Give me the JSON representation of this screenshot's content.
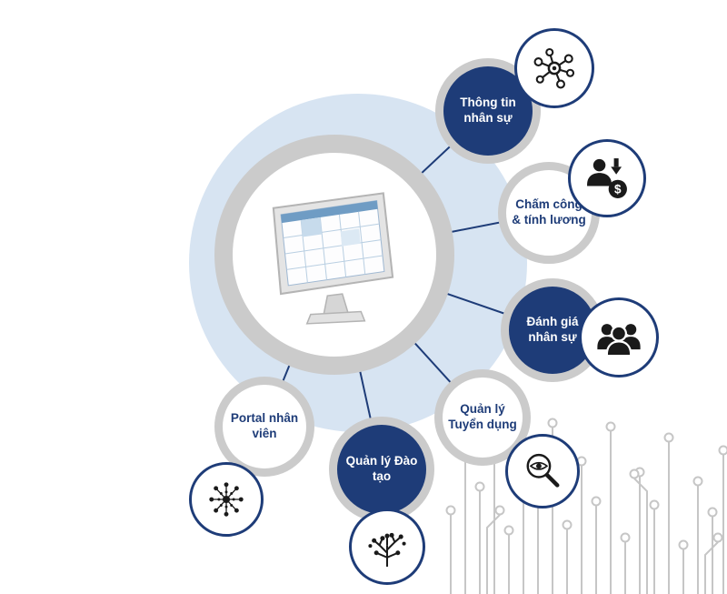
{
  "diagram": {
    "center": {
      "name": "hr-system-monitor"
    },
    "nodes": [
      {
        "label": "Thông tin nhân sự",
        "variant": "primary"
      },
      {
        "label": "Chấm công & tính lương",
        "variant": "light"
      },
      {
        "label": "Đánh giá nhân sự",
        "variant": "primary"
      },
      {
        "label": "Quản lý Tuyển dụng",
        "variant": "light"
      },
      {
        "label": "Quản lý Đào tạo",
        "variant": "primary"
      },
      {
        "label": "Portal nhân viên",
        "variant": "light"
      }
    ],
    "icons": [
      "network-molecule-icon",
      "payroll-person-dollar-icon",
      "people-group-icon",
      "magnifier-eye-icon",
      "tree-icon",
      "dot-globe-icon"
    ],
    "payroll_symbol": "$",
    "colors": {
      "primary": "#1e3c78",
      "ring": "#cbcbcb",
      "halo": "#d7e4f2",
      "connector": "#1e3c78",
      "icon": "#1a1a1a",
      "circuit": "#c6c6c6"
    }
  }
}
